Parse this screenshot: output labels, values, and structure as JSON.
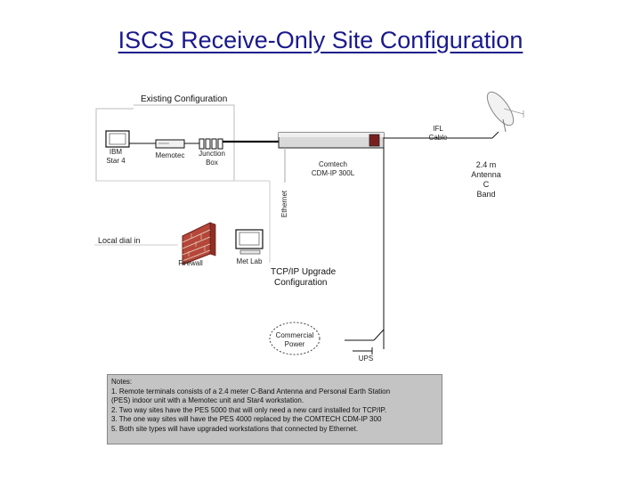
{
  "title": "ISCS Receive-Only Site Configuration",
  "existing_config_label": "Existing Configuration",
  "tcpip_label_line1": "TCP/IP Upgrade",
  "tcpip_label_line2": "Configuration",
  "components": {
    "star4": {
      "line1": "IBM",
      "line2": "Star 4"
    },
    "memotec": {
      "label": "Memotec"
    },
    "junction_box": {
      "line1": "Junction",
      "line2": "Box"
    },
    "comtech": {
      "line1": "Comtech",
      "line2": "CDM-IP 300L"
    },
    "ethernet": {
      "label": "Ethernet"
    },
    "ifl_cable": {
      "line1": "IFL",
      "line2": "Cable"
    },
    "antenna": {
      "line1": "2.4 m",
      "line2": "Antenna",
      "line3": "C",
      "line4": "Band"
    },
    "local_dial_in": {
      "label": "Local dial in"
    },
    "firewall": {
      "label": "Firewall"
    },
    "met_lab": {
      "label": "Met Lab"
    },
    "commercial_power": {
      "line1": "Commercial",
      "line2": "Power"
    },
    "ups": {
      "label": "UPS"
    }
  },
  "notes": {
    "heading": "Notes:",
    "items": [
      "1. Remote terminals consists of a 2.4 meter C-Band Antenna and Personal Earth Station",
      "(PES) indoor unit with a Memotec unit and Star4 workstation.",
      "2. Two way sites have the PES 5000 that will only need a new card installed for TCP/IP.",
      "3. The one way sites will have the PES 4000 replaced by the COMTECH CDM-IP 300",
      "5. Both site types will have upgraded workstations that connected by Ethernet."
    ]
  }
}
